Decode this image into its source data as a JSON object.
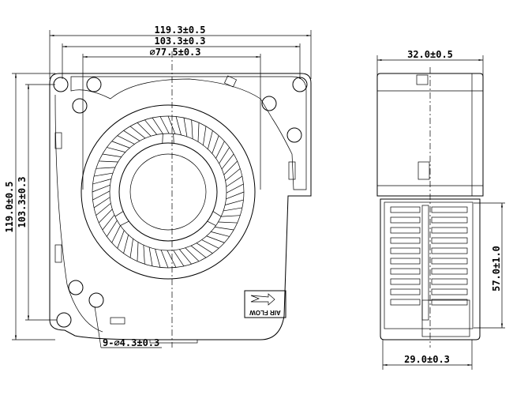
{
  "front_view": {
    "dim_overall_width": "119.3±0.5",
    "dim_hole_spacing_width": "103.3±0.3",
    "dim_inlet_diameter": "⌀77.5±0.3",
    "dim_overall_height": "119.0±0.5",
    "dim_hole_spacing_height": "103.3±0.3",
    "dim_holes": "9-⌀4.3±0.3",
    "airflow_label": "AIR FLOW"
  },
  "side_view": {
    "dim_thickness": "32.0±0.5",
    "dim_outlet_height": "57.0±1.0",
    "dim_outlet_width": "29.0±0.3"
  }
}
